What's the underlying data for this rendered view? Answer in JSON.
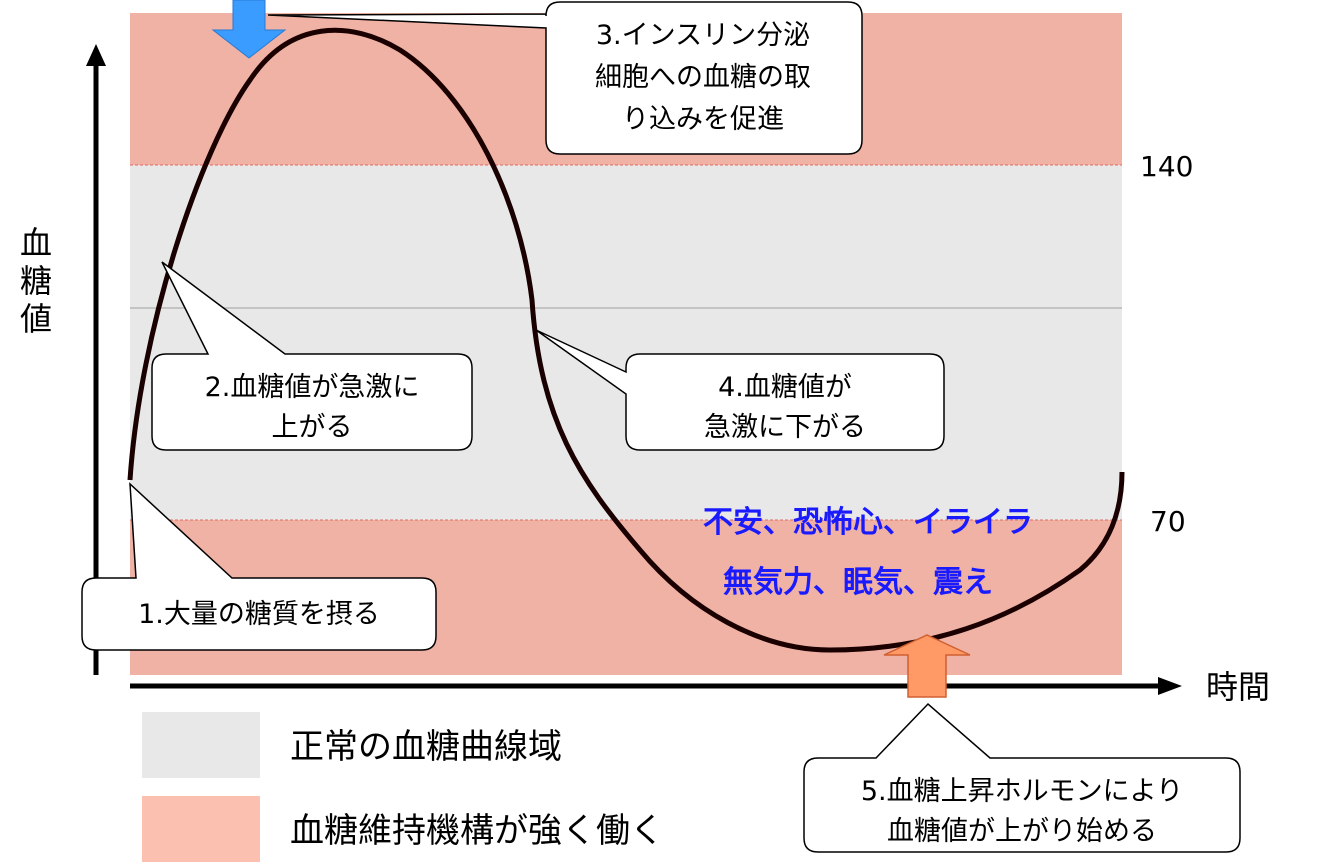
{
  "axes": {
    "y_label": "血糖値",
    "x_label": "時間",
    "tick_140": "140",
    "tick_70": "70"
  },
  "callouts": {
    "c1": [
      "1.大量の糖質を摂る"
    ],
    "c2": [
      "2.血糖値が急激に",
      "上がる"
    ],
    "c3": [
      "3.インスリン分泌",
      "細胞への血糖の取",
      "り込みを促進"
    ],
    "c4": [
      "4.血糖値が",
      "急激に下がる"
    ],
    "c5": [
      "5.血糖上昇ホルモンにより",
      "血糖値が上がり始める"
    ]
  },
  "symptoms": {
    "line1": "不安、恐怖心、イライラ",
    "line2": "無気力、眠気、震え"
  },
  "legend": {
    "normal": "正常の血糖曲線域",
    "strong": "血糖維持機構が強く働く"
  },
  "colors": {
    "normal_zone": "#e8e8e8",
    "strong_zone": "#f0b2a4",
    "legend_strong": "#fcc0b0",
    "curve": "#1a0000",
    "arrow_down": "#3a9cff",
    "arrow_up": "#ff9966",
    "symptom_text": "#1a1aff"
  }
}
